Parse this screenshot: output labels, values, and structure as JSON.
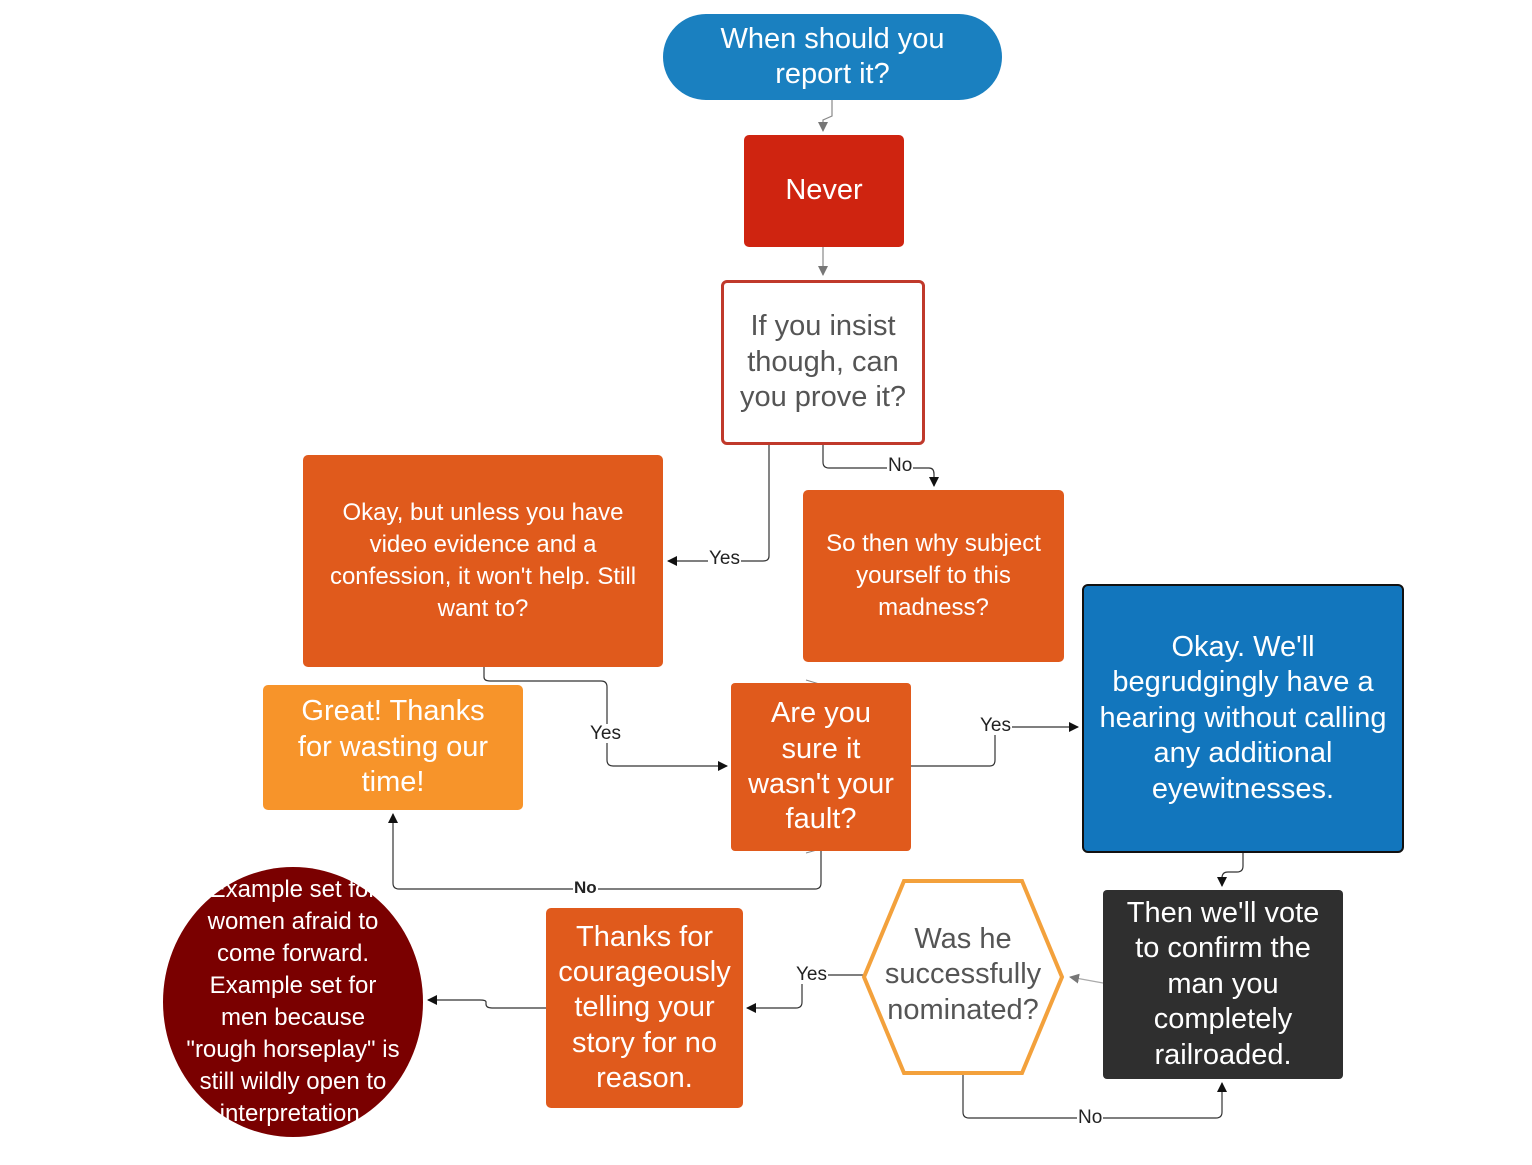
{
  "colors": {
    "start_blue": "#1a80c0",
    "never_red": "#cf2410",
    "question_outline": "#c0392b",
    "step_orange": "#e05a1c",
    "light_orange": "#f7942a",
    "blue_box": "#1276bd",
    "dark_box": "#2f2f2f",
    "dark_red": "#7a0000",
    "hex_outline": "#f3a13c",
    "line": "#333333",
    "grey_text": "#555555"
  },
  "nodes": {
    "start": "When should you report it?",
    "never": "Never",
    "prove": "If you insist though, can you prove it?",
    "video": "Okay, but unless you have video evidence and a confession, it won't help. Still want to?",
    "madness": "So then why subject yourself to this madness?",
    "hearing": "Okay.  We'll begrudgingly have a hearing without calling any additional eyewitnesses.",
    "great": "Great!  Thanks for wasting our time!",
    "fault": "Are you sure it wasn't your fault?",
    "example": "Example set for women afraid to come forward.  Example set for men because \"rough horseplay\" is still wildly open to interpretation.",
    "thanks": "Thanks for courageously telling your story for no reason.",
    "nominated": "Was he successfully nominated?",
    "confirm": "Then we'll vote to confirm the man you completely railroaded."
  },
  "edges": {
    "prove_no": "No",
    "prove_yes": "Yes",
    "video_yes": "Yes",
    "fault_yes": "Yes",
    "fault_no": "No",
    "nominated_yes": "Yes",
    "nominated_no": "No"
  }
}
